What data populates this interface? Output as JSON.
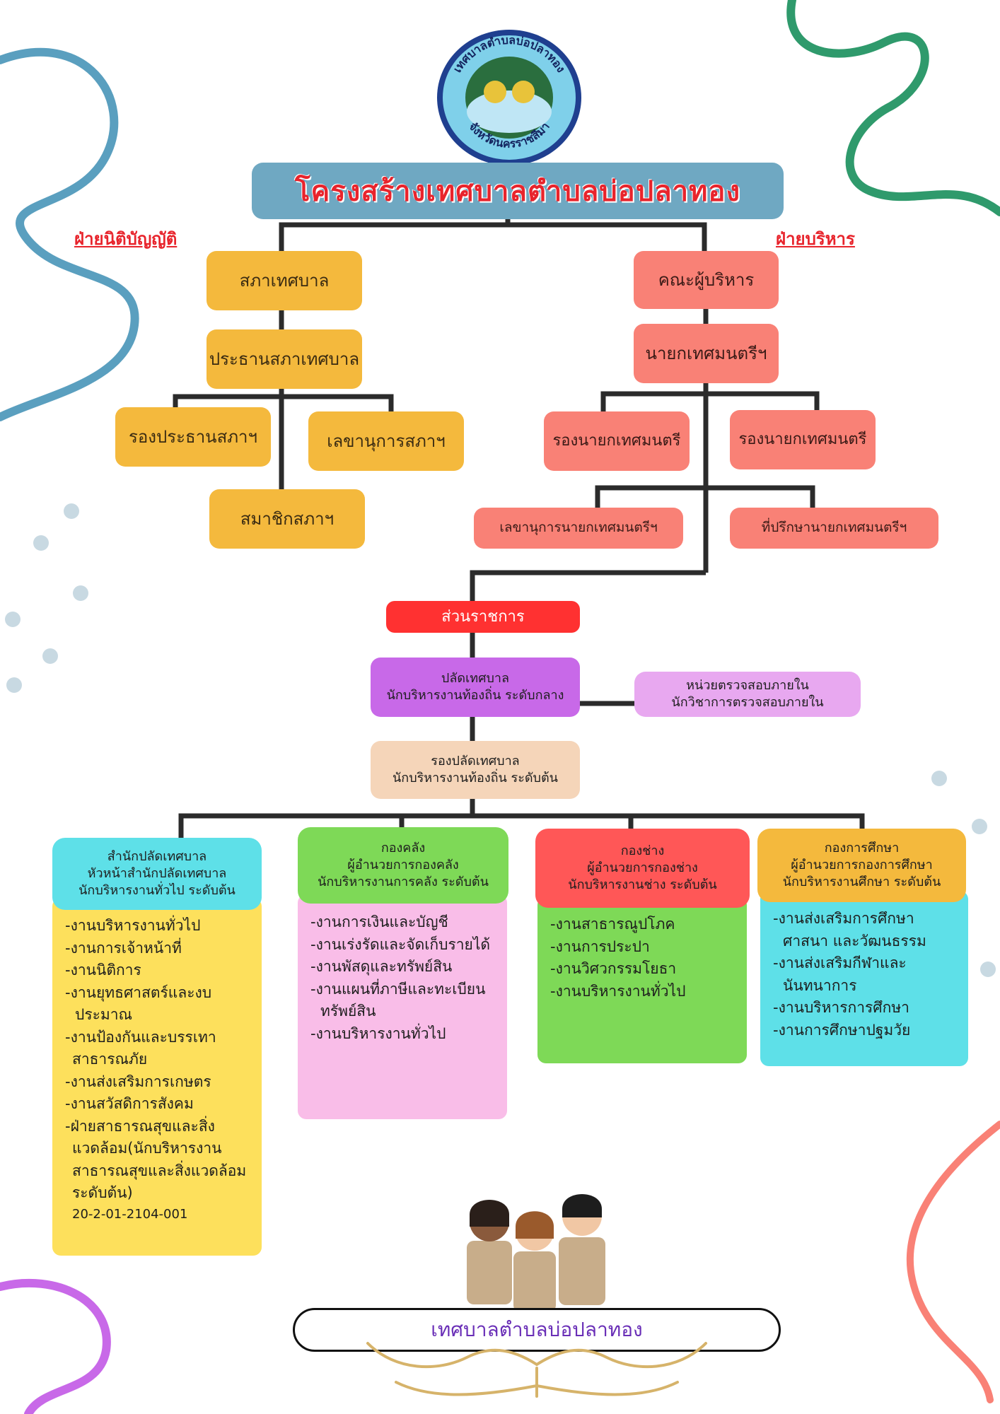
{
  "logo": {
    "ring_text_top": "เทศบาลตำบลบ่อปลาทอง",
    "ring_text_bottom": "จังหวัดนครราชสีมา"
  },
  "title": "โครงสร้างเทศบาลตำบลบ่อปลาทอง",
  "labels": {
    "legislative": "ฝ่ายนิติบัญญัติ",
    "executive": "ฝ่ายบริหาร"
  },
  "legislative": {
    "council": "สภาเทศบาล",
    "chair": "ประธานสภาเทศบาล",
    "vice_chair": "รองประธานสภาฯ",
    "secretary": "เลขานุการสภาฯ",
    "members": "สมาชิกสภาฯ"
  },
  "executive": {
    "board": "คณะผู้บริหาร",
    "mayor": "นายกเทศมนตรีฯ",
    "deputy_1": "รองนายกเทศมนตรี",
    "deputy_2": "รองนายกเทศมนตรี",
    "secretary": "เลขานุการนายกเทศมนตรีฯ",
    "advisor": "ที่ปรึกษานายกเทศมนตรีฯ"
  },
  "admin": {
    "section": "ส่วนราชการ",
    "clerk_line1": "ปลัดเทศบาล",
    "clerk_line2": "นักบริหารงานท้องถิ่น ระดับกลาง",
    "audit_line1": "หน่วยตรวจสอบภายใน",
    "audit_line2": "นักวิชาการตรวจสอบภายใน",
    "deputy_clerk_line1": "รองปลัดเทศบาล",
    "deputy_clerk_line2": "นักบริหารงานท้องถิ่น ระดับต้น"
  },
  "departments": [
    {
      "head": [
        "สำนักปลัดเทศบาล",
        "หัวหน้าสำนักปลัดเทศบาล",
        "นักบริหารงานทั่วไป ระดับต้น"
      ],
      "tasks": [
        "-งานบริหารงานทั่วไป",
        "-งานการเจ้าหน้าที่",
        "-งานนิติการ",
        "-งานยุทธศาสตร์และงบ",
        "  ประมาณ",
        "-งานป้องกันและบรรเทา",
        "  สาธารณภัย",
        "-งานส่งเสริมการเกษตร",
        "-งานสวัสดิการสังคม",
        "-ฝ่ายสาธารณสุขและสิ่ง",
        "  แวดล้อม(นักบริหารงาน",
        "  สาธารณสุขและสิ่งแวดล้อม",
        "  ระดับต้น)",
        "  20-2-01-2104-001"
      ],
      "head_color": "#5ee0e8",
      "body_color": "#fde05c"
    },
    {
      "head": [
        "กองคลัง",
        "ผู้อำนวยการกองคลัง",
        "นักบริหารงานการคลัง ระดับต้น"
      ],
      "tasks": [
        "-งานการเงินและบัญชี",
        "-งานเร่งรัดและจัดเก็บรายได้",
        "-งานพัสดุและทรัพย์สิน",
        "-งานแผนที่ภาษีและทะเบียน",
        "  ทรัพย์สิน",
        "-งานบริหารงานทั่วไป"
      ],
      "head_color": "#7ed957",
      "body_color": "#f9bde8"
    },
    {
      "head": [
        "กองช่าง",
        "ผู้อำนวยการกองช่าง",
        "นักบริหารงานช่าง ระดับต้น"
      ],
      "tasks": [
        "-งานสาธารณูปโภค",
        "-งานการประปา",
        "-งานวิศวกรรมโยธา",
        "-งานบริหารงานทั่วไป"
      ],
      "head_color": "#ff5757",
      "body_color": "#7ed957"
    },
    {
      "head": [
        "กองการศึกษา",
        "ผู้อำนวยการกองการศึกษา",
        "นักบริหารงานศึกษา ระดับต้น"
      ],
      "tasks": [
        "-งานส่งเสริมการศึกษา",
        "  ศาสนา และวัฒนธรรม",
        "-งานส่งเสริมกีฬาและ",
        "  นันทนาการ",
        "-งานบริหารการศึกษา",
        "-งานการศึกษาปฐมวัย"
      ],
      "head_color": "#f4b93d",
      "body_color": "#5ee0e8"
    }
  ],
  "footer": "เทศบาลตำบลบ่อปลาทอง",
  "colors": {
    "title_bar": "#6fa8c2",
    "title_text": "#e8242c",
    "legislative": "#f4b93d",
    "executive": "#f98176",
    "section_red": "#ff3131",
    "clerk": "#c869e8",
    "audit": "#e8a8f0",
    "deputy_clerk": "#f5d5b9"
  }
}
